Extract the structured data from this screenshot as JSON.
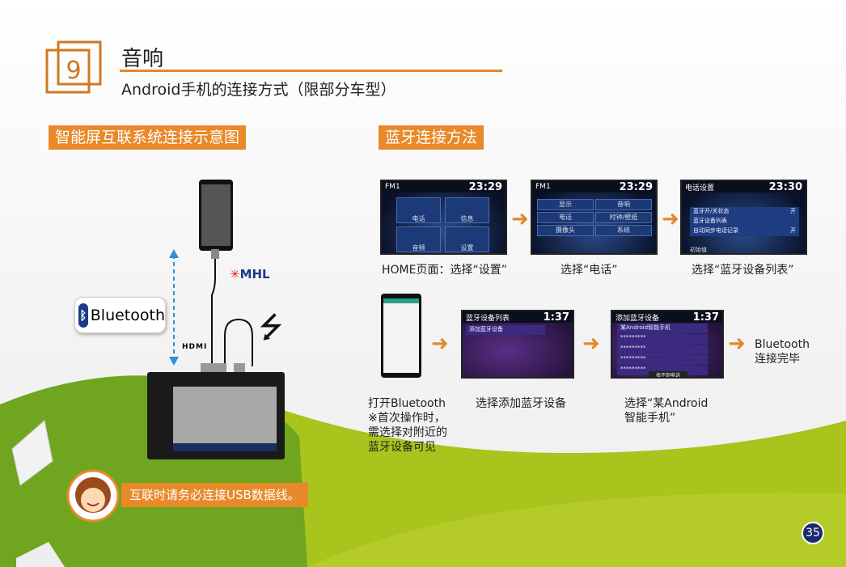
{
  "section": {
    "number": "9",
    "title": "音响",
    "subtitle": "Android手机的连接方式（限部分车型）"
  },
  "left": {
    "heading": "智能屏互联系统连接示意图",
    "bluetooth_badge": "Bluetooth",
    "mhl_logo": "MHL",
    "hdmi_label": "HDMI",
    "tip": "互联时请务必连接USB数据线。"
  },
  "right": {
    "heading": "蓝牙连接方法",
    "steps": [
      {
        "caption": "HOME页面：选择“设置”",
        "screen": {
          "source": "FM1",
          "time": "23:29",
          "items": [
            "电话",
            "信息",
            "音频",
            "设置"
          ]
        }
      },
      {
        "caption": "选择“电话”",
        "screen": {
          "source": "FM1",
          "time": "23:29",
          "items": [
            "显示",
            "音响",
            "电话",
            "时钟/壁纸",
            "摄像头",
            "系统"
          ]
        }
      },
      {
        "caption": "选择“蓝牙设备列表”",
        "screen": {
          "title": "电话设置",
          "time": "23:30",
          "items": [
            "蓝牙开/关状态",
            "蓝牙设备列表",
            "自动同步电话记录"
          ],
          "values": [
            "开",
            "",
            "开"
          ],
          "footer": "初始值"
        }
      },
      {
        "caption": "打开Bluetooth\n※首次操作时，\n需选择对附近的\n蓝牙设备可见"
      },
      {
        "caption": "选择添加蓝牙设备",
        "screen": {
          "title": "蓝牙设备列表",
          "time": "1:37",
          "items": [
            "添加蓝牙设备"
          ]
        }
      },
      {
        "caption": "选择“某Android\n智能手机”",
        "screen": {
          "title": "添加蓝牙设备",
          "time": "1:37",
          "items": [
            "某Android智能手机",
            "*********",
            "*********",
            "*********",
            "*********"
          ],
          "footer": "找不到电话"
        }
      },
      {
        "caption": "Bluetooth\n连接完毕"
      }
    ]
  },
  "page_number": "35",
  "colors": {
    "accent": "#e8892a",
    "navy": "#1a2a6a",
    "green": "#8ab81e"
  }
}
